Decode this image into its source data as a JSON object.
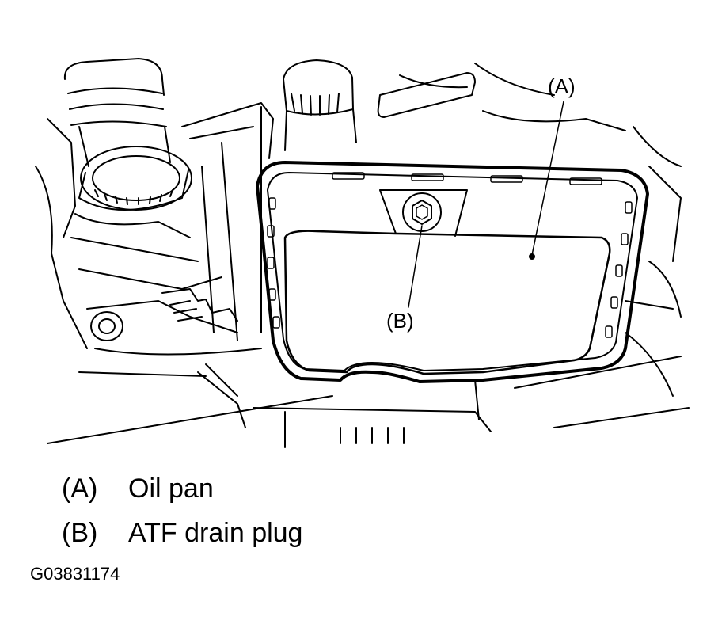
{
  "callouts": {
    "a": "(A)",
    "b": "(B)"
  },
  "legend": [
    {
      "key": "(A)",
      "desc": "Oil pan"
    },
    {
      "key": "(B)",
      "desc": "ATF drain plug"
    }
  ],
  "figure_id": "G03831174"
}
